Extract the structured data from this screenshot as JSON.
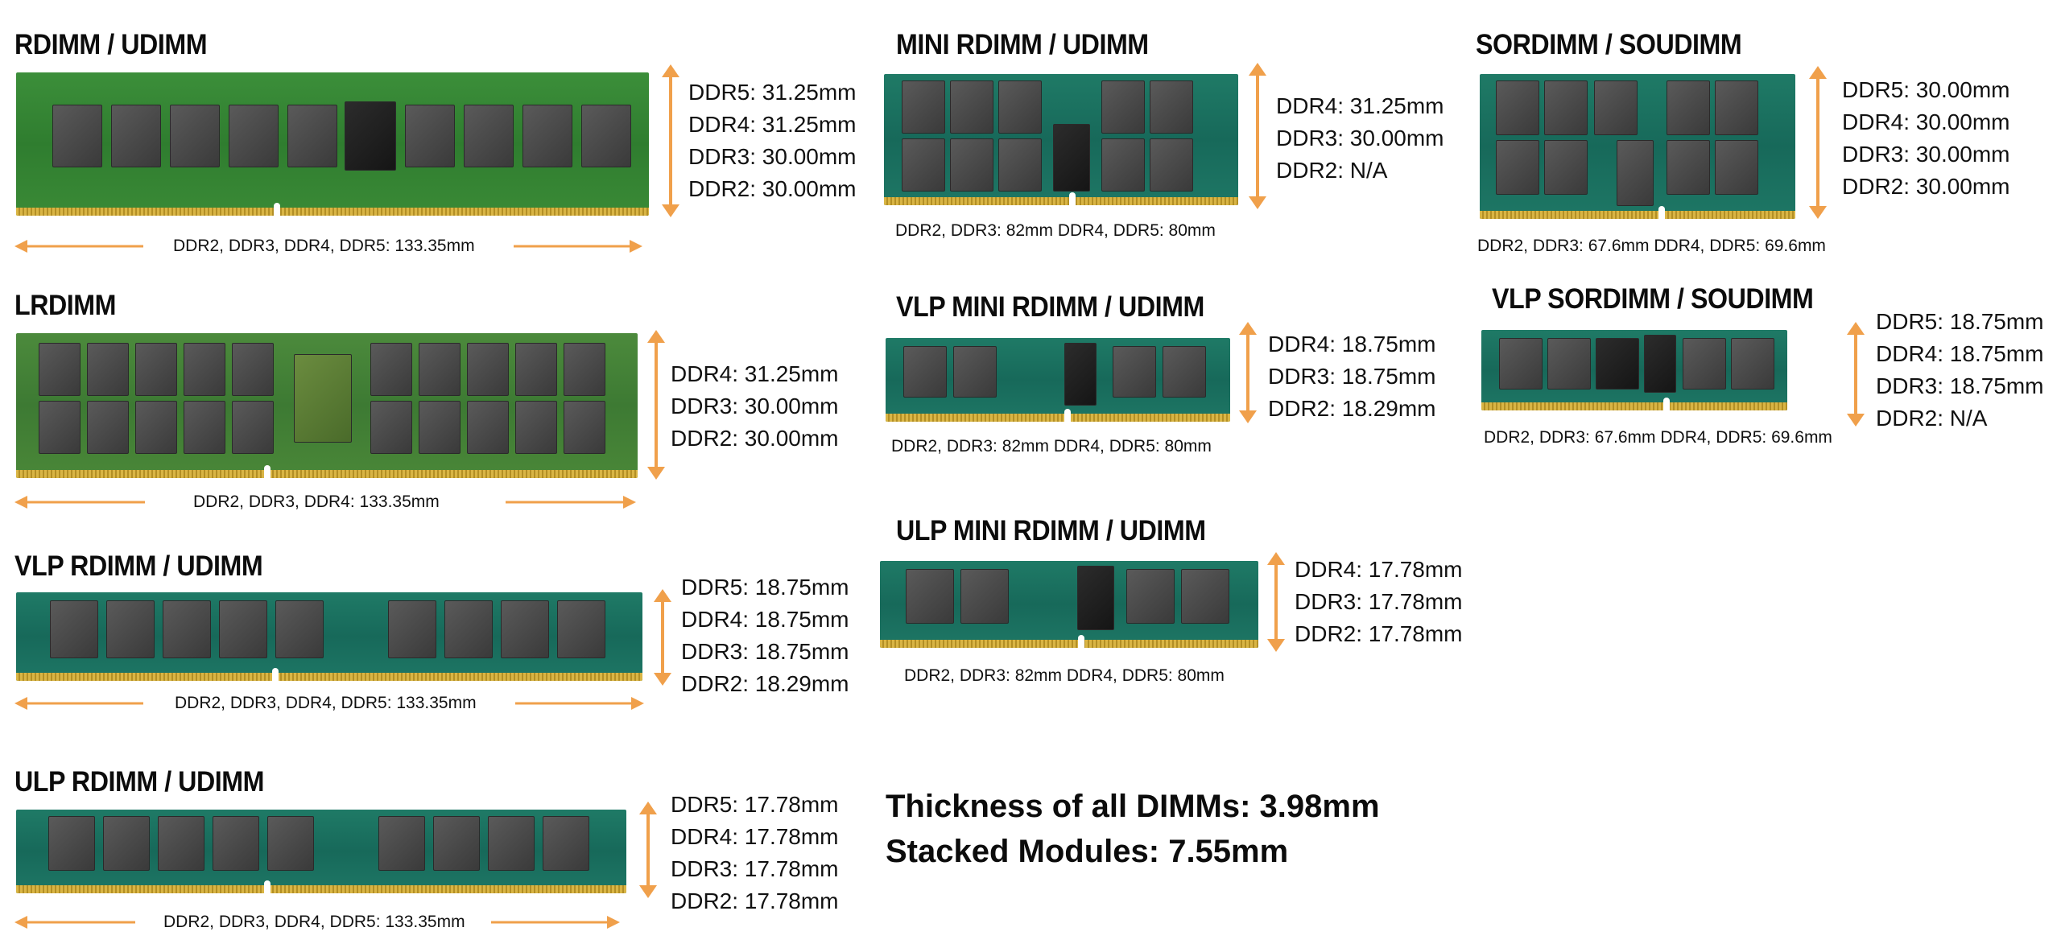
{
  "colors": {
    "arrow": "#f0a04b",
    "pcb_green": "#2f7d2f",
    "pcb_teal": "#17695a",
    "gold_pins": "#d9b545"
  },
  "modules": [
    {
      "id": "rdimm",
      "title": "RDIMM / UDIMM",
      "heights": [
        "DDR5: 31.25mm",
        "DDR4: 31.25mm",
        "DDR3: 30.00mm",
        "DDR2: 30.00mm"
      ],
      "length": "DDR2, DDR3, DDR4, DDR5: 133.35mm"
    },
    {
      "id": "lrdimm",
      "title": "LRDIMM",
      "heights": [
        "DDR4: 31.25mm",
        "DDR3: 30.00mm",
        "DDR2: 30.00mm"
      ],
      "length": "DDR2, DDR3, DDR4: 133.35mm"
    },
    {
      "id": "vlp-rdimm",
      "title": "VLP RDIMM / UDIMM",
      "heights": [
        "DDR5: 18.75mm",
        "DDR4: 18.75mm",
        "DDR3: 18.75mm",
        "DDR2: 18.29mm"
      ],
      "length": "DDR2, DDR3, DDR4, DDR5: 133.35mm"
    },
    {
      "id": "ulp-rdimm",
      "title": "ULP RDIMM / UDIMM",
      "heights": [
        "DDR5: 17.78mm",
        "DDR4: 17.78mm",
        "DDR3: 17.78mm",
        "DDR2: 17.78mm"
      ],
      "length": "DDR2, DDR3, DDR4, DDR5: 133.35mm"
    },
    {
      "id": "mini-rdimm",
      "title": "MINI RDIMM / UDIMM",
      "heights": [
        "DDR4: 31.25mm",
        "DDR3: 30.00mm",
        "DDR2: N/A"
      ],
      "length": "DDR2, DDR3: 82mm DDR4, DDR5: 80mm"
    },
    {
      "id": "vlp-mini-rdimm",
      "title": "VLP MINI RDIMM / UDIMM",
      "heights": [
        "DDR4: 18.75mm",
        "DDR3: 18.75mm",
        "DDR2: 18.29mm"
      ],
      "length": "DDR2, DDR3: 82mm DDR4, DDR5: 80mm"
    },
    {
      "id": "ulp-mini-rdimm",
      "title": "ULP MINI RDIMM / UDIMM",
      "heights": [
        "DDR4: 17.78mm",
        "DDR3: 17.78mm",
        "DDR2: 17.78mm"
      ],
      "length": "DDR2, DDR3: 82mm DDR4, DDR5: 80mm"
    },
    {
      "id": "sordimm",
      "title": "SORDIMM / SOUDIMM",
      "heights": [
        "DDR5: 30.00mm",
        "DDR4: 30.00mm",
        "DDR3: 30.00mm",
        "DDR2: 30.00mm"
      ],
      "length": "DDR2, DDR3: 67.6mm DDR4, DDR5: 69.6mm"
    },
    {
      "id": "vlp-sordimm",
      "title": "VLP SORDIMM / SOUDIMM",
      "heights": [
        "DDR5: 18.75mm",
        "DDR4: 18.75mm",
        "DDR3: 18.75mm",
        "DDR2: N/A"
      ],
      "length": "DDR2, DDR3: 67.6mm DDR4, DDR5: 69.6mm"
    }
  ],
  "summary": {
    "thickness": "Thickness of all DIMMs: 3.98mm",
    "stacked": "Stacked Modules: 7.55mm"
  }
}
